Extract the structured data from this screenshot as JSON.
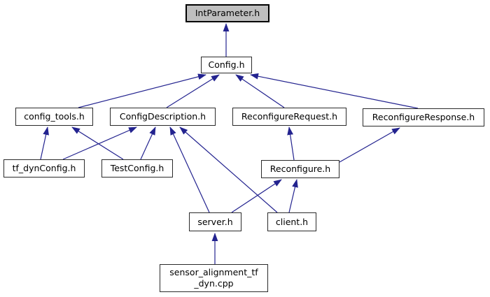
{
  "diagram": {
    "kind": "doxygen-include-dependency-graph",
    "colors": {
      "edge": "#23238f",
      "node_fill": "#ffffff",
      "node_border": "#2a2a2a",
      "current_node_fill": "#bfbfbf",
      "current_node_border": "#000000",
      "text": "#000000",
      "background": "#ffffff"
    },
    "nodes": [
      {
        "id": "IntParameter",
        "label": "IntParameter.h",
        "current": true
      },
      {
        "id": "Config",
        "label": "Config.h",
        "current": false
      },
      {
        "id": "config_tools",
        "label": "config_tools.h",
        "current": false
      },
      {
        "id": "ConfigDescription",
        "label": "ConfigDescription.h",
        "current": false
      },
      {
        "id": "ReconfigureRequest",
        "label": "ReconfigureRequest.h",
        "current": false
      },
      {
        "id": "ReconfigureResponse",
        "label": "ReconfigureResponse.h",
        "current": false
      },
      {
        "id": "tf_dynConfig",
        "label": "tf_dynConfig.h",
        "current": false
      },
      {
        "id": "TestConfig",
        "label": "TestConfig.h",
        "current": false
      },
      {
        "id": "Reconfigure",
        "label": "Reconfigure.h",
        "current": false
      },
      {
        "id": "server",
        "label": "server.h",
        "current": false
      },
      {
        "id": "client",
        "label": "client.h",
        "current": false
      },
      {
        "id": "sensor",
        "label": "sensor_alignment_tf\n_dyn.cpp",
        "current": false
      }
    ],
    "edges": [
      {
        "from": "Config",
        "to": "IntParameter"
      },
      {
        "from": "config_tools",
        "to": "Config"
      },
      {
        "from": "ConfigDescription",
        "to": "Config"
      },
      {
        "from": "ReconfigureRequest",
        "to": "Config"
      },
      {
        "from": "ReconfigureResponse",
        "to": "Config"
      },
      {
        "from": "tf_dynConfig",
        "to": "config_tools"
      },
      {
        "from": "tf_dynConfig",
        "to": "ConfigDescription"
      },
      {
        "from": "TestConfig",
        "to": "config_tools"
      },
      {
        "from": "TestConfig",
        "to": "ConfigDescription"
      },
      {
        "from": "server",
        "to": "ConfigDescription"
      },
      {
        "from": "client",
        "to": "ConfigDescription"
      },
      {
        "from": "server",
        "to": "Reconfigure"
      },
      {
        "from": "client",
        "to": "Reconfigure"
      },
      {
        "from": "Reconfigure",
        "to": "ReconfigureRequest"
      },
      {
        "from": "Reconfigure",
        "to": "ReconfigureResponse"
      },
      {
        "from": "sensor",
        "to": "server"
      }
    ]
  }
}
